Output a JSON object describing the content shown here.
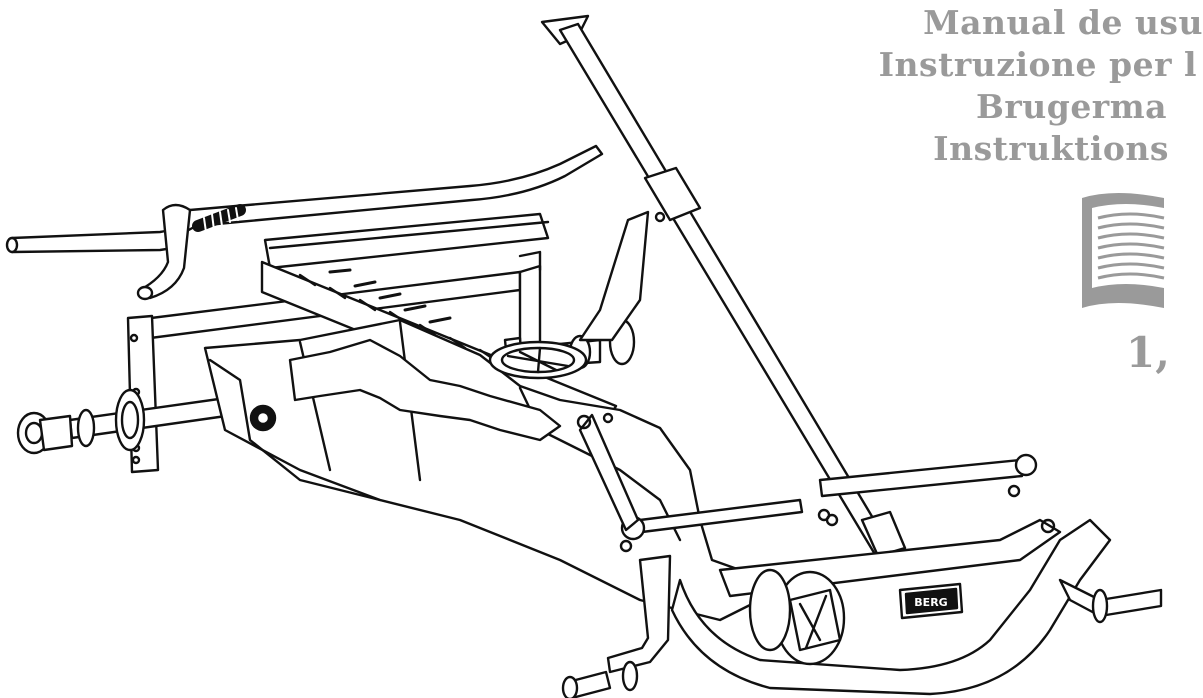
{
  "header": {
    "title_lines": [
      "Manual de usu",
      "Instruzione per l",
      "Brugerma",
      "Instruktions"
    ],
    "page_number": "1,"
  },
  "illustration": {
    "brand_plate": "BERG",
    "colors": {
      "ink": "#111111",
      "title_gray": "#9a9a9a",
      "paper": "#ffffff"
    },
    "icons": [
      "manual-book-icon"
    ]
  }
}
